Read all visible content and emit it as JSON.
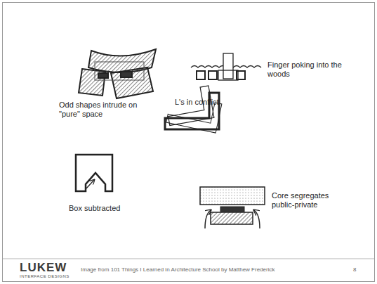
{
  "diagram": {
    "labels": [
      "Odd shapes intrude on \"pure\" space",
      "Finger poking into the woods",
      "L's in conflict",
      "Box subtracted",
      "Core segregates public-private",
      "LUKEW",
      "INTERFACE DESIGNS",
      "Image from 101 Things I Learned in Architecture School by Matthew Frederick",
      "8"
    ]
  }
}
